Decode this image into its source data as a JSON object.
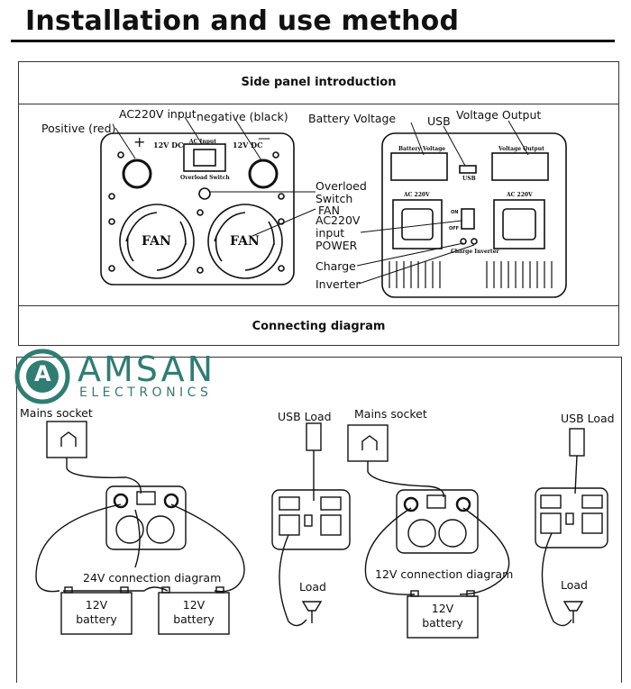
{
  "page": {
    "title": "Installation and use method"
  },
  "side_panel": {
    "header": "Side panel introduction",
    "left_panel": {
      "positive_label": "Positive (red)",
      "ac_input_label": "AC220V input",
      "negative_label": "negative (black)",
      "dc_left": "12V DC",
      "dc_right": "12V DC",
      "plus_sign": "+",
      "minus_sign": "—",
      "ac_input_printed": "AC Input",
      "overload_printed": "Overload Switch",
      "fan1": "FAN",
      "fan2": "FAN",
      "overload_switch_label": "Overloed\nSwitch",
      "fan_label": "FAN"
    },
    "right_panel": {
      "battery_voltage_label": "Battery Voltage",
      "usb_label": "USB",
      "voltage_output_label": "Voltage Output",
      "battery_voltage_printed": "Battery Voltage",
      "voltage_output_printed": "Voltage Output",
      "usb_printed": "USB",
      "ac220v_left_printed": "AC 220V",
      "ac220v_right_printed": "AC 220V",
      "on_printed": "ON",
      "off_printed": "OFF",
      "charge_inverter_printed": "Charge  Inverter",
      "ac_input_power_label": "AC220V\ninput\nPOWER",
      "charge_label": "Charge",
      "inverter_label": "Inverter"
    }
  },
  "connecting": {
    "header": "Connecting diagram",
    "logo_letter": "A",
    "logo_name": "AMSAN",
    "logo_sub": "ELECTRONICS",
    "left_set": {
      "mains_socket": "Mains socket",
      "usb_load": "USB Load",
      "caption": "24V connection diagram",
      "battery1": "12V\nbattery",
      "battery2": "12V\nbattery",
      "load": "Load"
    },
    "right_set": {
      "mains_socket": "Mains socket",
      "usb_load": "USB Load",
      "caption": "12V connection diagram",
      "battery1": "12V\nbattery",
      "load": "Load"
    }
  },
  "colors": {
    "logo": "#2f7d73",
    "ink": "#111111"
  }
}
